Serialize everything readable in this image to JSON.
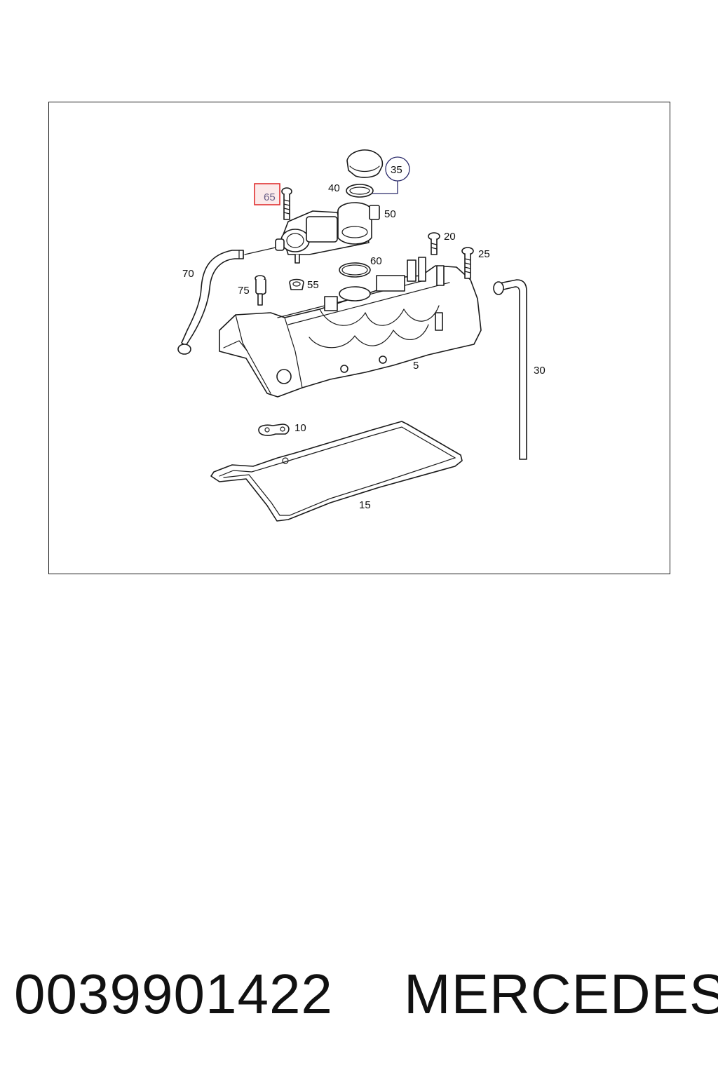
{
  "diagram": {
    "labels": {
      "p5": "5",
      "p10": "10",
      "p15": "15",
      "p20": "20",
      "p25": "25",
      "p30": "30",
      "p35": "35",
      "p40": "40",
      "p50": "50",
      "p55": "55",
      "p60": "60",
      "p65": "65",
      "p70": "70",
      "p75": "75"
    },
    "highlighted_part": "65",
    "highlight_color": "#e03030",
    "line_color": "#1a1a1a",
    "callout_color": "#2a2a6a"
  },
  "caption": {
    "part_number": "0039901422",
    "brand": "MERCEDES"
  }
}
